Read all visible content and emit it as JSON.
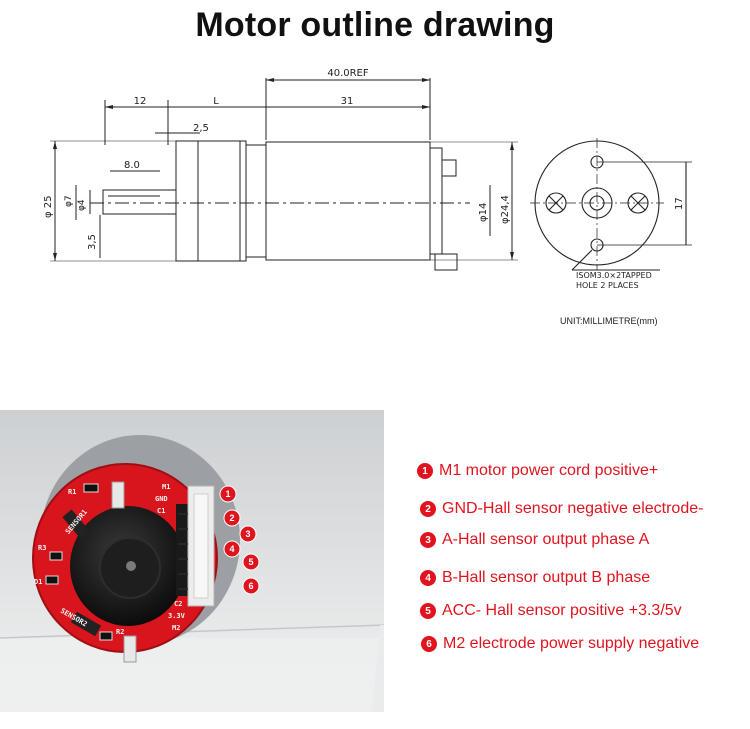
{
  "title": "Motor outline drawing",
  "drawing": {
    "dims": {
      "ref": "40.0REF",
      "d12": "12",
      "dL": "L",
      "d31": "31",
      "d25": "2,5",
      "d80": "8.0",
      "dia25": "φ 25",
      "dia7": "φ7",
      "dia4": "φ4",
      "d35": "3,5",
      "dia14": "φ14",
      "dia244": "φ24,4",
      "d17": "17"
    },
    "note_line1": "ISOM3.0×2TAPPED",
    "note_line2": "HOLE 2 PLACES",
    "unit": "UNIT:MILLIMETRE(mm)"
  },
  "photo": {
    "pin_labels": [
      "M1",
      "GND",
      "C1",
      "C2",
      "3.3V",
      "M2"
    ],
    "components": [
      "R1",
      "SENSOR1",
      "R3",
      "D1",
      "SENSOR2",
      "R2"
    ],
    "callouts": [
      "1",
      "2",
      "3",
      "4",
      "5",
      "6"
    ]
  },
  "pins": [
    {
      "num": "1",
      "text": "M1 motor power cord positive+"
    },
    {
      "num": "2",
      "text": "GND-Hall sensor negative electrode-"
    },
    {
      "num": "3",
      "text": "A-Hall sensor output phase A"
    },
    {
      "num": "4",
      "text": "B-Hall sensor output B phase"
    },
    {
      "num": "5",
      "text": "ACC- Hall sensor positive +3.3/5v"
    },
    {
      "num": "6",
      "text": "M2 electrode power supply negative"
    }
  ],
  "colors": {
    "accent_red": "#e0141e",
    "board_red": "#d8141c",
    "photo_bg": "#dde0e2"
  }
}
